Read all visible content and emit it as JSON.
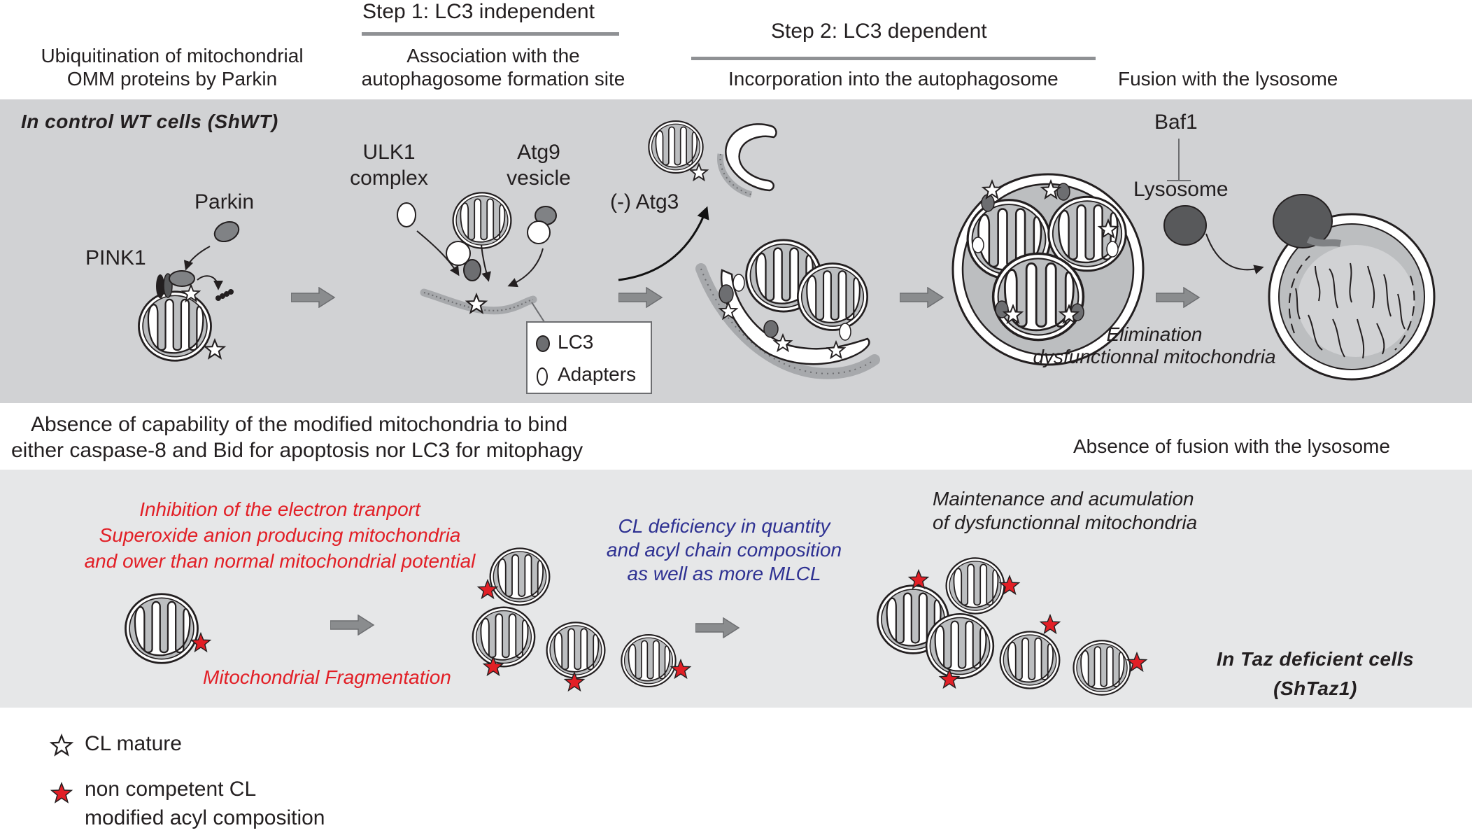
{
  "header": {
    "step1_title": "Step 1: LC3 independent",
    "step2_title": "Step 2: LC3 dependent",
    "col1_line1": "Ubiquitination of mitochondrial",
    "col1_line2": "OMM proteins by Parkin",
    "col2_line1": "Association with the",
    "col2_line2": "autophagosome formation site",
    "col3": "Incorporation into the autophagosome",
    "col4": "Fusion with the lysosome"
  },
  "control_panel": {
    "title": "In control WT cells (ShWT)",
    "labels": {
      "parkin": "Parkin",
      "pink1": "PINK1",
      "ulk1_line1": "ULK1",
      "ulk1_line2": "complex",
      "atg9_line1": "Atg9",
      "atg9_line2": "vesicle",
      "atg3": "(-) Atg3",
      "lc3": "LC3",
      "adapters": "Adapters",
      "baf1": "Baf1",
      "lysosome": "Lysosome",
      "elimination_line1": "Elimination",
      "elimination_line2": "dysfunctionnal mitochondria"
    },
    "colors": {
      "background": "#d1d2d4",
      "lc3": "#6d6e71",
      "lysosome": "#58595b"
    }
  },
  "middle": {
    "absence_bind_line1": "Absence of capability of the modified mitochondria to bind",
    "absence_bind_line2": "either caspase-8 and Bid for apoptosis nor LC3 for mitophagy",
    "absence_fusion": "Absence of fusion with the lysosome"
  },
  "taz_panel": {
    "title_line1": "In Taz deficient cells",
    "title_line2": "(ShTaz1)",
    "red_text_line1": "Inhibition of the electron tranport",
    "red_text_line2": "Superoxide anion producing mitochondria",
    "red_text_line3": "and ower than normal mitochondrial potential",
    "fragmentation": "Mitochondrial Fragmentation",
    "blue_text_line1": "CL deficiency in quantity",
    "blue_text_line2": "and acyl chain composition",
    "blue_text_line3": "as well as more MLCL",
    "maintenance_line1": "Maintenance and acumulation",
    "maintenance_line2": "of dysfunctionnal mitochondria",
    "colors": {
      "background": "#e6e7e8",
      "red_text": "#e21f26",
      "blue_text": "#2e3192",
      "star": "#e21f26"
    }
  },
  "legend": {
    "mature": "CL mature",
    "noncompetent_line1": "non competent CL",
    "noncompetent_line2": "modified acyl composition"
  }
}
